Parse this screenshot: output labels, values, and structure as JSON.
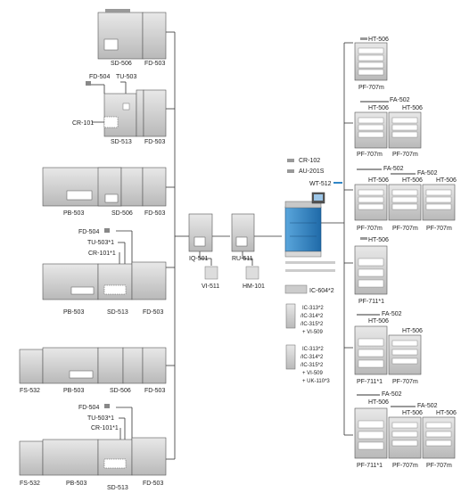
{
  "left_configs": [
    {
      "labels": [
        "SD-506",
        "FD-503"
      ]
    },
    {
      "labels": [
        "FD-504",
        "TU-503",
        "CR-101",
        "SD-513",
        "FD-503"
      ]
    },
    {
      "labels": [
        "PB-503",
        "SD-506",
        "FD-503"
      ]
    },
    {
      "labels": [
        "FD-504",
        "TU-503*1",
        "CR-101*1",
        "PB-503",
        "SD-513",
        "FD-503"
      ]
    },
    {
      "labels": [
        "FS-532",
        "PB-503",
        "SD-506",
        "FD-503"
      ]
    },
    {
      "labels": [
        "FD-504",
        "TU-503*1",
        "CR-101*1",
        "FS-532",
        "PB-503",
        "SD-513",
        "FD-503"
      ]
    }
  ],
  "middle": {
    "iq": "IQ-501",
    "vi": "VI-511",
    "ru": "RU-511",
    "hm": "HM-101"
  },
  "center": {
    "cr102": "CR-102",
    "au201s": "AU-201S",
    "wt512": "WT-512",
    "ic604": "IC-604*2",
    "ic_group1": [
      "IC-313*2",
      "/IC-314*2",
      "/IC-315*2",
      "+ VI-509"
    ],
    "ic_group2": [
      "IC-313*2",
      "/IC-314*2",
      "/IC-315*2",
      "+ VI-509",
      "+ UK-110*3"
    ]
  },
  "right_configs": [
    {
      "labels": [
        "HT-506",
        "PF-707m"
      ]
    },
    {
      "labels": [
        "FA-502",
        "HT-506",
        "HT-506",
        "PF-707m",
        "PF-707m"
      ]
    },
    {
      "labels": [
        "FA-502",
        "FA-502",
        "HT-506",
        "HT-506",
        "HT-506",
        "PF-707m",
        "PF-707m",
        "PF-707m"
      ]
    },
    {
      "labels": [
        "HT-506",
        "PF-711*1"
      ]
    },
    {
      "labels": [
        "FA-502",
        "HT-506",
        "HT-506",
        "PF-711*1",
        "PF-707m"
      ]
    },
    {
      "labels": [
        "FA-502",
        "FA-502",
        "HT-506",
        "HT-506",
        "HT-506",
        "PF-711*1",
        "PF-707m",
        "PF-707m"
      ]
    }
  ],
  "colors": {
    "machine_blue": "#2f86c6",
    "gray": "#c9c9c9",
    "dark": "#4a4a4a"
  }
}
